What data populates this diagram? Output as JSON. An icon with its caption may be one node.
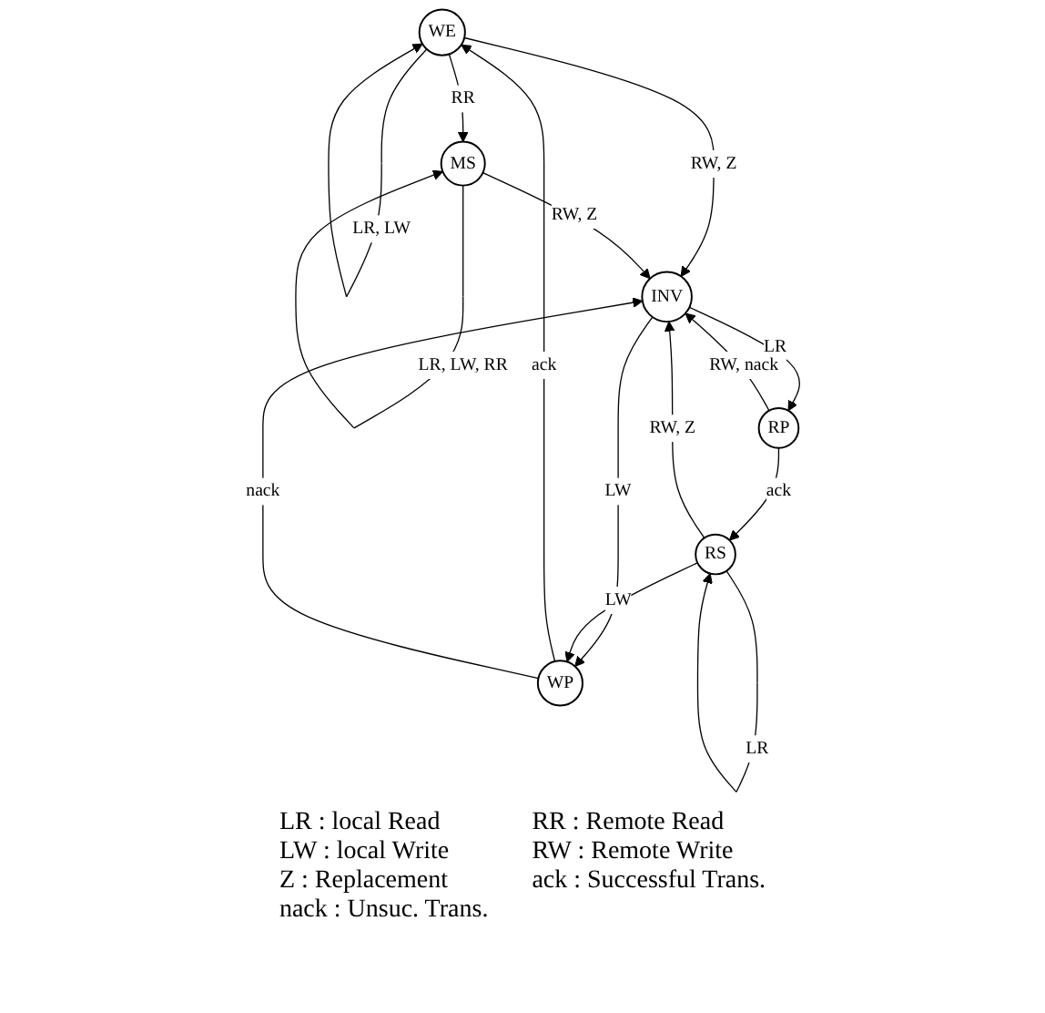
{
  "diagram": {
    "nodes": [
      {
        "text": [
          "WE"
        ]
      },
      {
        "text": [
          "RP"
        ]
      },
      {
        "text": [
          "INV"
        ]
      },
      {
        "text": [
          "WP"
        ]
      },
      {
        "text": [
          "RS"
        ]
      },
      {
        "text": [
          "MS"
        ]
      }
    ],
    "edges": [
      {
        "from": 0,
        "to": 0,
        "arrow": "to",
        "label": "LR, LW"
      },
      {
        "from": 0,
        "to": 2,
        "arrow": "to",
        "label": "RW, Z"
      },
      {
        "from": 2,
        "to": 1,
        "arrow": "to",
        "label": "LR"
      },
      {
        "from": 3,
        "to": 0,
        "arrow": "to",
        "label": "ack"
      },
      {
        "from": 0,
        "to": 5,
        "arrow": "to",
        "label": "RR"
      },
      {
        "from": 1,
        "to": 2,
        "arrow": "to",
        "label": "RW, nack"
      },
      {
        "from": 2,
        "to": 3,
        "arrow": "to",
        "label": "LW"
      },
      {
        "from": 3,
        "to": 2,
        "arrow": "to",
        "label": "nack"
      },
      {
        "from": 1,
        "to": 4,
        "arrow": "to",
        "label": "ack"
      },
      {
        "from": 4,
        "to": 2,
        "arrow": "to",
        "label": "RW, Z"
      },
      {
        "from": 4,
        "to": 3,
        "arrow": "to",
        "label": "LW"
      },
      {
        "from": 5,
        "to": 2,
        "arrow": "to",
        "label": "RW, Z"
      },
      {
        "from": 4,
        "to": 4,
        "arrow": "to",
        "label": "LR"
      },
      {
        "from": 5,
        "to": 5,
        "arrow": "to",
        "label": "LR, LW, RR"
      }
    ],
    "labels": [
      "LR : local Read",
      "RR : Remote Read",
      "LW : local Write",
      "RW : Remote Write",
      "Z : Replacement",
      "ack : Successful Trans.",
      "nack : Unsuc. Trans."
    ]
  }
}
